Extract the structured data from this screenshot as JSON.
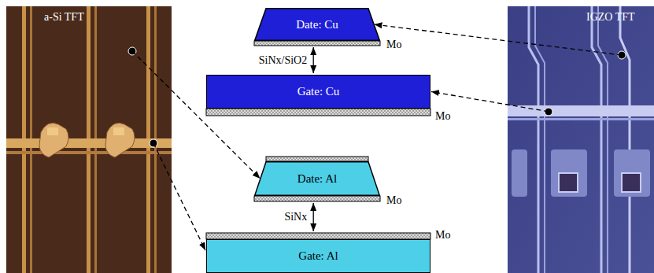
{
  "diagram": {
    "nodes": [
      {
        "text": [
          "a-Si TFT"
        ]
      },
      {
        "text": [
          "Date: Cu"
        ]
      },
      {
        "text": [
          "Gate: Cu"
        ]
      },
      {
        "text": [
          "Date: Al"
        ]
      },
      {
        "text": [
          "Gate: Al"
        ]
      },
      {
        "text": [
          "IGZO TFT"
        ]
      }
    ],
    "edges": [
      {
        "from": 5,
        "to": 1,
        "arrow": "to"
      },
      {
        "from": 5,
        "to": 2,
        "arrow": "to"
      },
      {
        "from": 1,
        "to": 2,
        "label": "SiNx/SiO2",
        "arrow": "both"
      },
      {
        "from": 0,
        "to": 3,
        "arrow": "to"
      },
      {
        "from": 0,
        "to": 4,
        "arrow": "to"
      },
      {
        "from": 3,
        "to": 4,
        "label": "SiNx",
        "arrow": "both"
      }
    ],
    "labels": [
      "Mo",
      "Mo",
      "Mo",
      "Mo"
    ]
  }
}
